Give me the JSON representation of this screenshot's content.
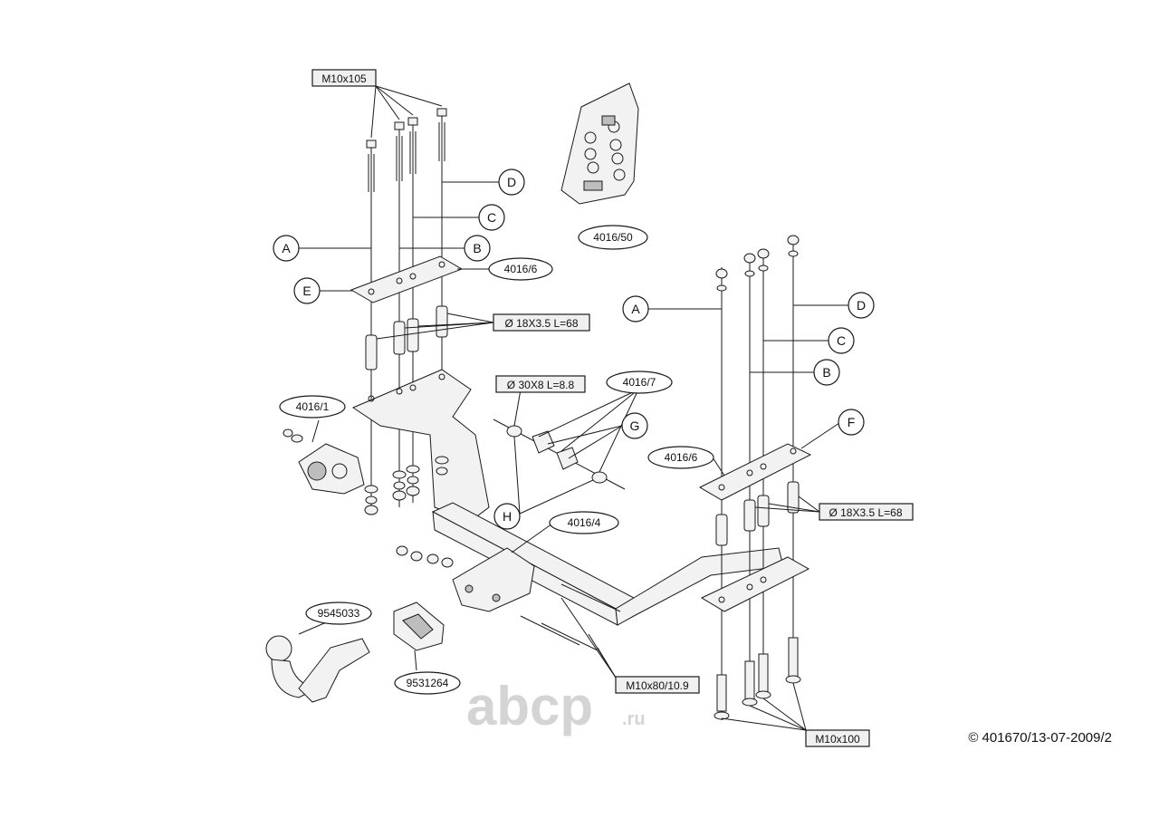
{
  "diagram": {
    "copyright": "© 401670/13-07-2009/2",
    "watermark": "abcp",
    "watermark_suffix": ".ru",
    "boxed_labels": {
      "bolts_top_left": "M10x105",
      "spacer_left": "Ø 18X3.5 L=68",
      "spacer_right": "Ø 18X3.5 L=68",
      "washer": "Ø 30X8 L=8.8",
      "bolts_center": "M10x80/10.9",
      "bolts_bottom_right": "M10x100"
    },
    "oval_labels": {
      "kit_inset": "4016/50",
      "plate_left": "4016/6",
      "plate_right": "4016/6",
      "socket_plate": "4016/1",
      "clamp": "4016/7",
      "crossbar": "4016/4",
      "ball": "9545033",
      "cover": "9531264"
    },
    "callouts": {
      "left": [
        "A",
        "B",
        "C",
        "D",
        "E"
      ],
      "right": [
        "A",
        "B",
        "C",
        "D",
        "F"
      ],
      "center": [
        "G",
        "H"
      ]
    }
  }
}
